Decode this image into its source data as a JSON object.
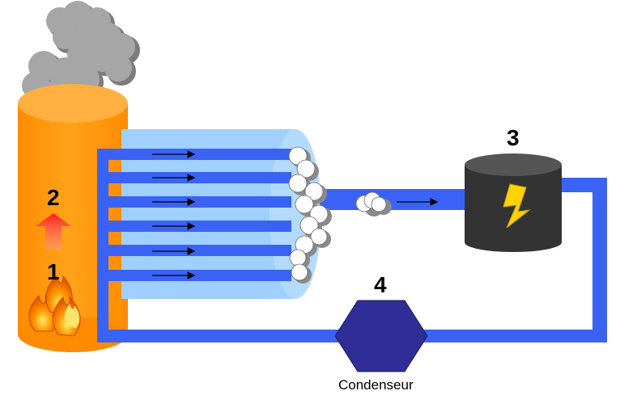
{
  "colors": {
    "boiler_orange": "#ff9a00",
    "boiler_top": "#ffb347",
    "pipe_blue": "#3366ff",
    "tank_light_blue": "#9fd0ff",
    "turbine_dark": "#333333",
    "condenser_navy": "#2e2e96",
    "smoke_gray": "#a8a8a8",
    "flame_orange": "#ff7a00",
    "arrow_red": "#ff2222",
    "lightning_yellow": "#ffd200"
  },
  "icons": {
    "smoke": "smoke-icon",
    "fire": "fire-icon",
    "heat_arrow": "heat-up-arrow-icon",
    "lightning": "lightning-bolt-icon",
    "steam": "steam-cloud-icon"
  },
  "steps": {
    "fire": "1",
    "heat": "2",
    "turbine": "3",
    "condenser": "4"
  },
  "labels": {
    "condenser": "Condenseur"
  }
}
